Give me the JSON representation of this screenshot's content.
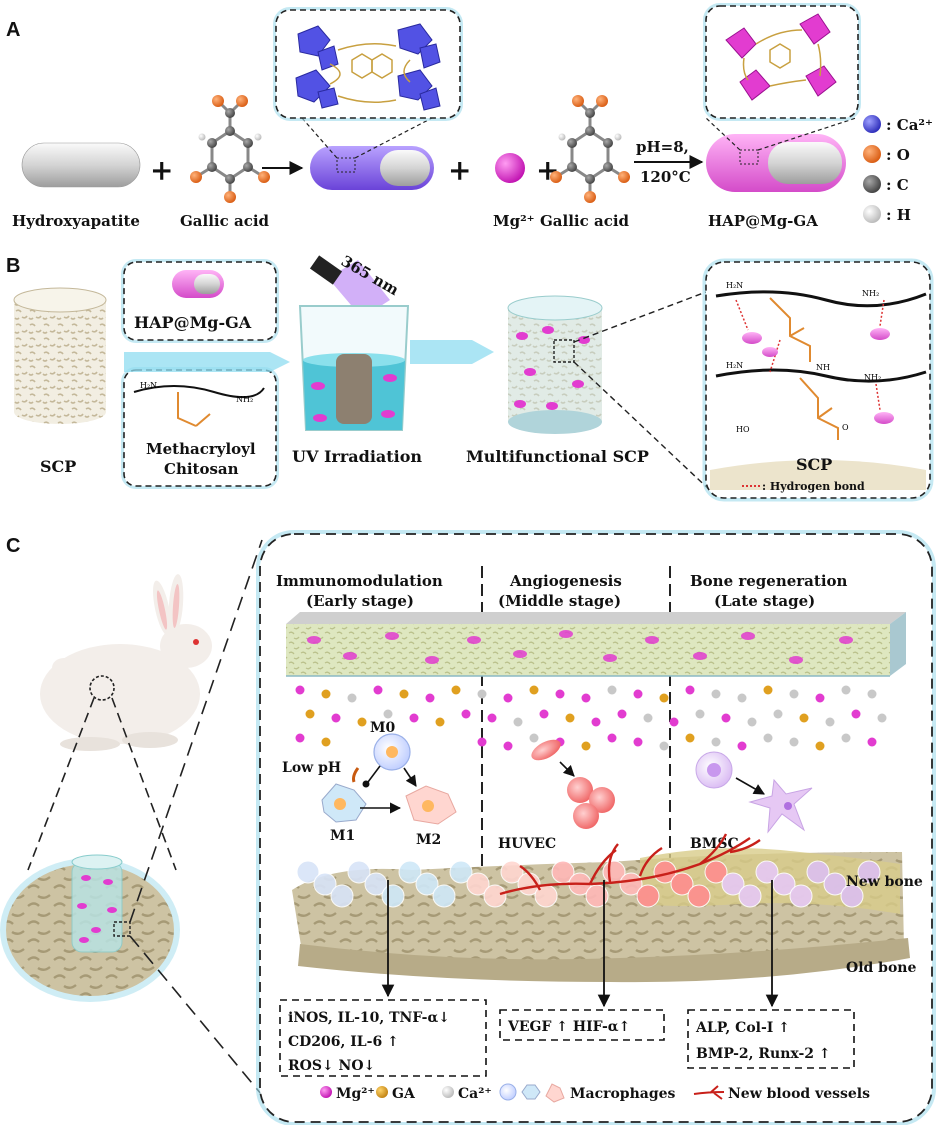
{
  "panels": {
    "a": "A",
    "b": "B",
    "c": "C"
  },
  "panel_a": {
    "hydroxyapatite": "Hydroxyapatite",
    "plus": "+",
    "gallic_acid": "Gallic acid",
    "mg": "Mg²⁺",
    "condition_ph": "pH=8,",
    "condition_temp": "120°C",
    "product": "HAP@Mg-GA",
    "legend": [
      {
        "label": ": Ca²⁺",
        "color": "#4a4ae0"
      },
      {
        "label": ": O",
        "color": "#f07a2a"
      },
      {
        "label": ": C",
        "color": "#6f6f6f"
      },
      {
        "label": ": H",
        "color": "#dcdcdc"
      }
    ]
  },
  "panel_b": {
    "scp": "SCP",
    "hap_label": "HAP@Mg-GA",
    "chitosan_line1": "Methacryloyl",
    "chitosan_line2": "Chitosan",
    "uv_wavelength": "365 nm",
    "uv_label": "UV Irradiation",
    "multi_label": "Multifunctional  SCP",
    "detail_scp": "SCP",
    "detail_hbond": ": Hydrogen bond",
    "chem": {
      "h2n": "H₂N",
      "nh2": "NH₂",
      "nh": "NH",
      "ho": "HO",
      "o": "O"
    }
  },
  "panel_c": {
    "stages": [
      {
        "title": "Immunomodulation",
        "sub": "(Early stage)"
      },
      {
        "title": "Angiogenesis",
        "sub": "(Middle stage)"
      },
      {
        "title": "Bone regeneration",
        "sub": "(Late stage)"
      }
    ],
    "low_ph": "Low pH",
    "m0": "M0",
    "m1": "M1",
    "m2": "M2",
    "huvec": "HUVEC",
    "bmsc": "BMSC",
    "new_bone": "New bone",
    "old_bone": "Old bone",
    "box1": [
      "iNOS, IL-10, TNF-α↓",
      "CD206, IL-6 ↑",
      "ROS↓   NO↓"
    ],
    "box2": [
      "VEGF ↑  HIF-α↑"
    ],
    "box3": [
      "ALP, Col-I  ↑",
      "BMP-2, Runx-2 ↑"
    ],
    "legend": [
      "Mg²⁺",
      "GA",
      "Ca²⁺",
      "Macrophages",
      "New blood vessels"
    ]
  },
  "colors": {
    "mg": "#e23cd0",
    "ga": "#e0a020",
    "ca": "#c8c8c8",
    "purple": "#8f6ae8",
    "pink": "#ee7fe6",
    "glow": "#9fdcec",
    "vessel": "#c8201a",
    "bone": "#cfc4a4"
  }
}
